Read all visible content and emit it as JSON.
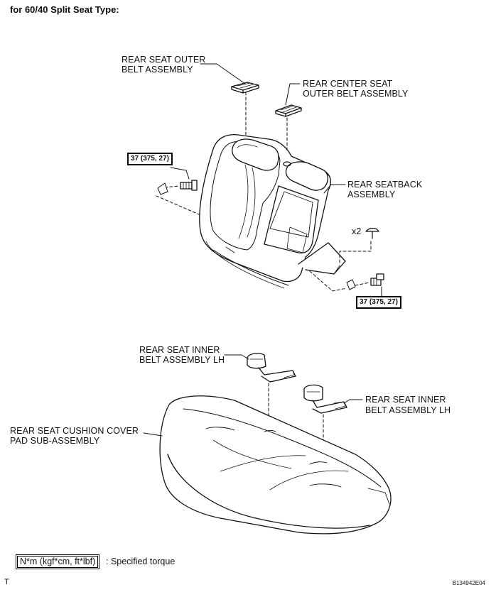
{
  "title": "for 60/40 Split Seat Type:",
  "labels": {
    "outer_belt_1": "REAR SEAT OUTER",
    "outer_belt_2": "BELT ASSEMBLY",
    "center_belt_1": "REAR CENTER SEAT",
    "center_belt_2": "OUTER BELT ASSEMBLY",
    "seatback_1": "REAR SEATBACK",
    "seatback_2": "ASSEMBLY",
    "clip_count": "x2",
    "inner_belt_lh_1a": "REAR SEAT INNER",
    "inner_belt_lh_1b": "BELT ASSEMBLY LH",
    "inner_belt_lh_2a": "REAR SEAT INNER",
    "inner_belt_lh_2b": "BELT ASSEMBLY LH",
    "cushion_1": "REAR SEAT CUSHION COVER",
    "cushion_2": "PAD SUB-ASSEMBLY"
  },
  "torque_left": "37 (375, 27)",
  "torque_right": "37 (375, 27)",
  "legend": {
    "unit": "N*m (kgf*cm, ft*lbf)",
    "text": ": Specified torque"
  },
  "corner_letter": "T",
  "figure_code": "B134942E04"
}
